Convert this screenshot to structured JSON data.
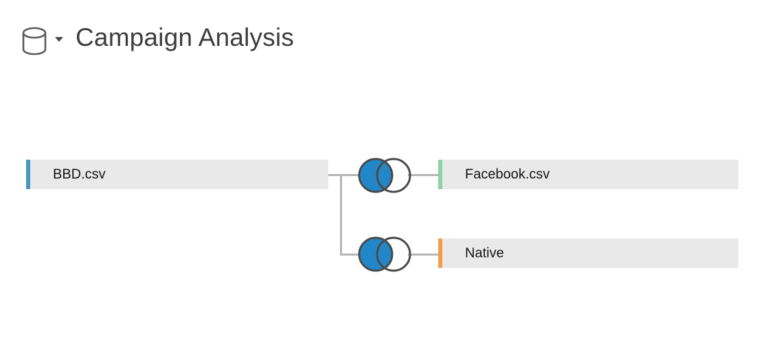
{
  "header": {
    "title": "Campaign Analysis",
    "datasource_icon": "database-cylinder-icon",
    "dropdown_icon": "caret-down-icon"
  },
  "flow": {
    "nodes": [
      {
        "id": "bbd",
        "label": "BBD.csv",
        "accent": "#4a96be",
        "role": "input-table"
      },
      {
        "id": "facebook",
        "label": "Facebook.csv",
        "accent": "#8ed1a4",
        "role": "joined-table"
      },
      {
        "id": "native",
        "label": "Native",
        "accent": "#f59d45",
        "role": "joined-table"
      }
    ],
    "joins": [
      {
        "id": "join-facebook",
        "type": "venn-join"
      },
      {
        "id": "join-native",
        "type": "venn-join"
      }
    ]
  },
  "colors": {
    "canvas_bg": "#ffffff",
    "node_bg": "#e9e9e9",
    "node_text": "#151515",
    "title_text": "#3d3d3d",
    "connector": "#b5b5b5",
    "join_fill": "#2287c9",
    "join_stroke": "#4a4a4a",
    "icon_stroke": "#5a5a5a",
    "caret_fill": "#4a4a4a"
  }
}
